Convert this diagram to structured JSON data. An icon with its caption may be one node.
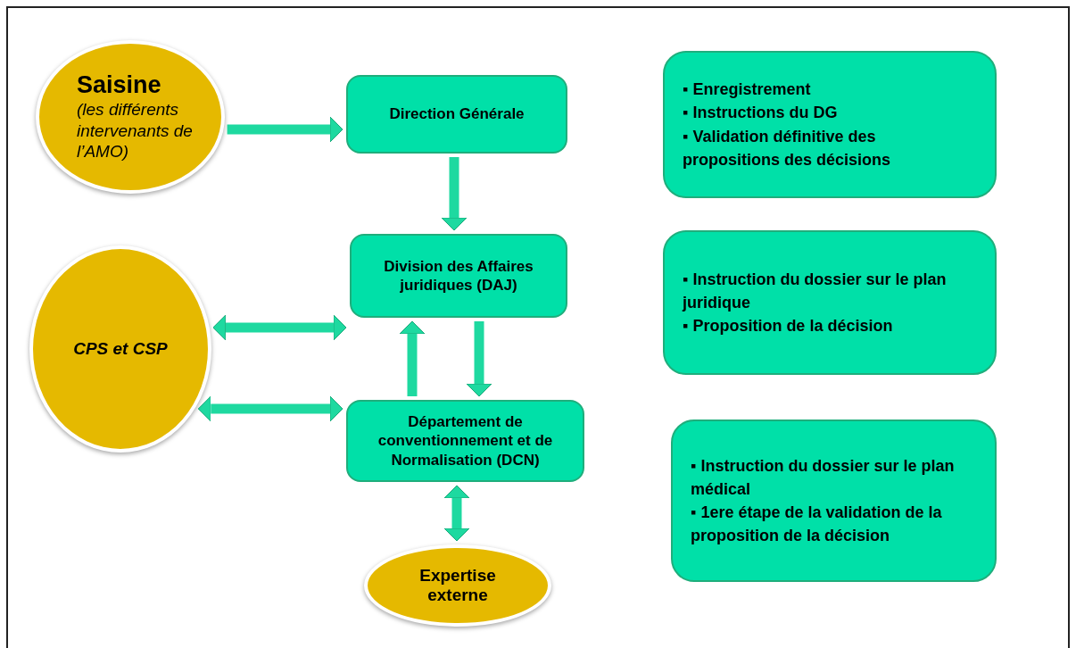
{
  "diagram": {
    "nodes": [
      {
        "text": [
          "Saisine",
          "(les différents intervenants de l’AMO)"
        ]
      },
      {
        "text": [
          "Direction Générale"
        ]
      },
      {
        "text": [
          "Division des Affaires juridiques (DAJ)"
        ]
      },
      {
        "text": [
          "CPS et CSP"
        ]
      },
      {
        "text": [
          "Département de conventionnement et de Normalisation (DCN)"
        ]
      },
      {
        "text": [
          "Expertise externe"
        ]
      },
      {
        "text": [
          "▪ Enregistrement",
          "▪ Instructions du DG",
          "▪ Validation définitive des propositions des décisions"
        ]
      },
      {
        "text": [
          "▪ Instruction du dossier sur le plan juridique",
          "▪ Proposition de la décision"
        ]
      },
      {
        "text": [
          "▪ Instruction du dossier sur le plan médical",
          "▪ 1ere étape de la validation de la proposition de la décision"
        ]
      }
    ],
    "edges": [
      {
        "from": 0,
        "to": 1,
        "arrow": "to"
      },
      {
        "from": 1,
        "to": 2,
        "arrow": "to"
      },
      {
        "from": 3,
        "to": 2,
        "arrow": "both"
      },
      {
        "from": 4,
        "to": 2,
        "arrow": "to"
      },
      {
        "from": 2,
        "to": 4,
        "arrow": "to"
      },
      {
        "from": 3,
        "to": 4,
        "arrow": "both"
      },
      {
        "from": 4,
        "to": 5,
        "arrow": "both"
      }
    ]
  }
}
